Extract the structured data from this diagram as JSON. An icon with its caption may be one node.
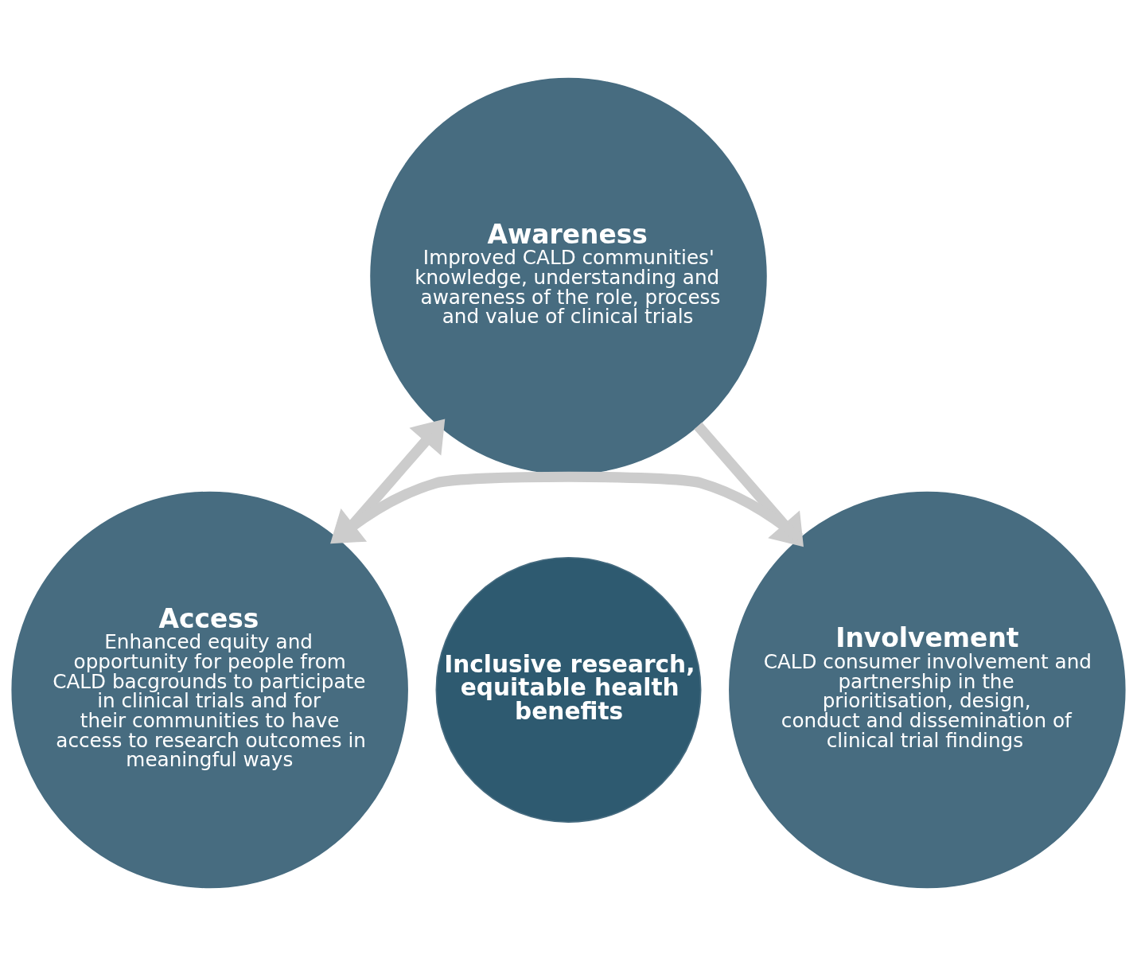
{
  "diagram": {
    "nodes": [
      {
        "text": [
          "Awareness",
          "Improved CALD communities' knowledge, understanding and awareness of the role, process and value of clinical trials"
        ]
      },
      {
        "text": [
          "Involvement",
          "CALD consumer involvement and partnership in the prioritisation, design, conduct and dissemination of clinical trial findings"
        ]
      },
      {
        "text": [
          "Access",
          "Enhanced equity and opportunity for people from CALD bacgrounds to participate in clinical trials and for their communities to have access to research outcomes in meaningful ways"
        ]
      },
      {
        "text": [
          "Inclusive research, equitable health benefits"
        ]
      }
    ],
    "edges": [
      {
        "from": 0,
        "to": 1,
        "arrow": "to"
      },
      {
        "from": 1,
        "to": 2,
        "arrow": "to"
      },
      {
        "from": 2,
        "to": 0,
        "arrow": "to"
      }
    ]
  }
}
